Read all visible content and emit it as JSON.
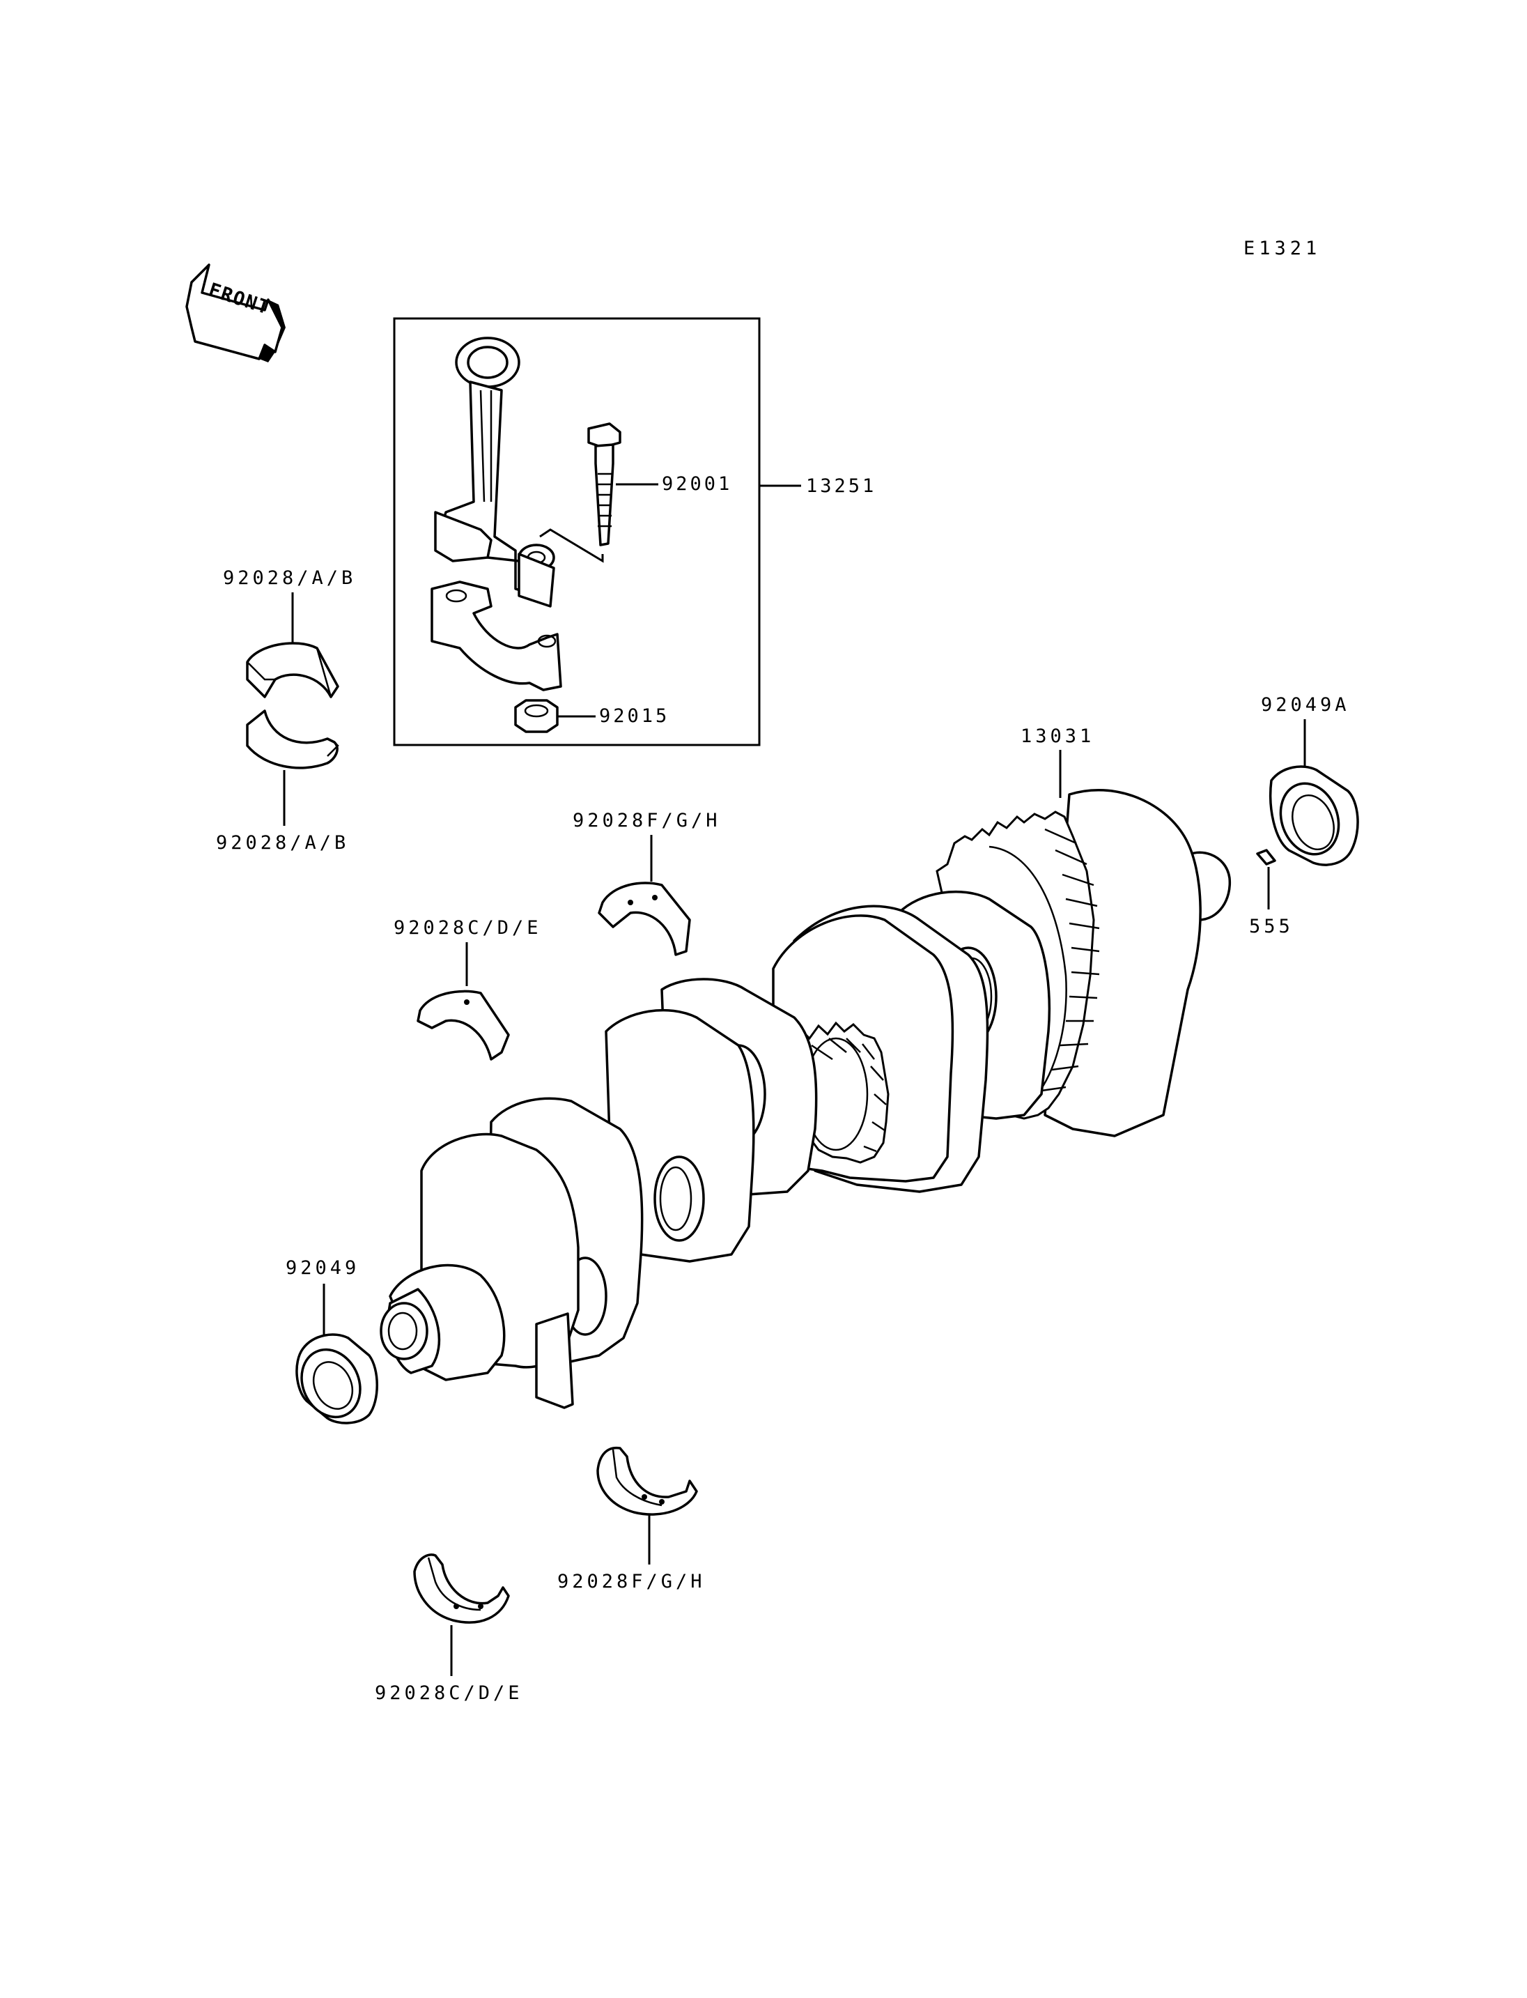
{
  "diagram_code": "E1321",
  "front_label": "FRONT",
  "callouts": {
    "p13251": "13251",
    "p92001": "92001",
    "p92015": "92015",
    "p92028ab_top": "92028/A/B",
    "p92028ab_bottom": "92028/A/B",
    "p92049a": "92049A",
    "p13031": "13031",
    "p555": "555",
    "p92028fgh_top": "92028F/G/H",
    "p92028cde_top": "92028C/D/E",
    "p92049": "92049",
    "p92028fgh_bottom": "92028F/G/H",
    "p92028cde_bottom": "92028C/D/E"
  }
}
